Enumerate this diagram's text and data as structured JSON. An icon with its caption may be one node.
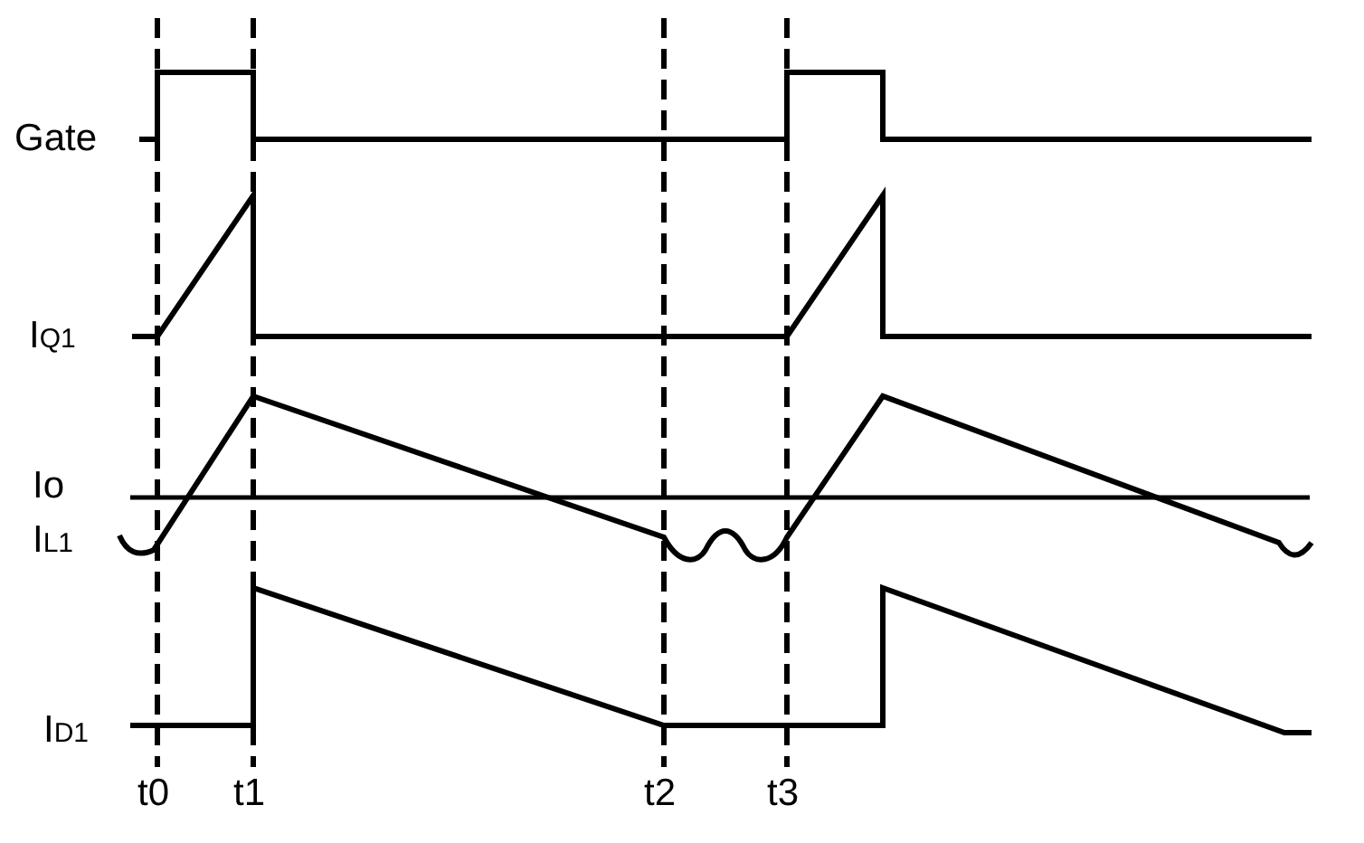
{
  "diagram": {
    "labels": [
      "Gate",
      "I$_{Q1}$",
      "Io",
      "I$_{L1}$",
      "I$_{D1}$",
      "t0",
      "t1",
      "t2",
      "t3"
    ]
  }
}
